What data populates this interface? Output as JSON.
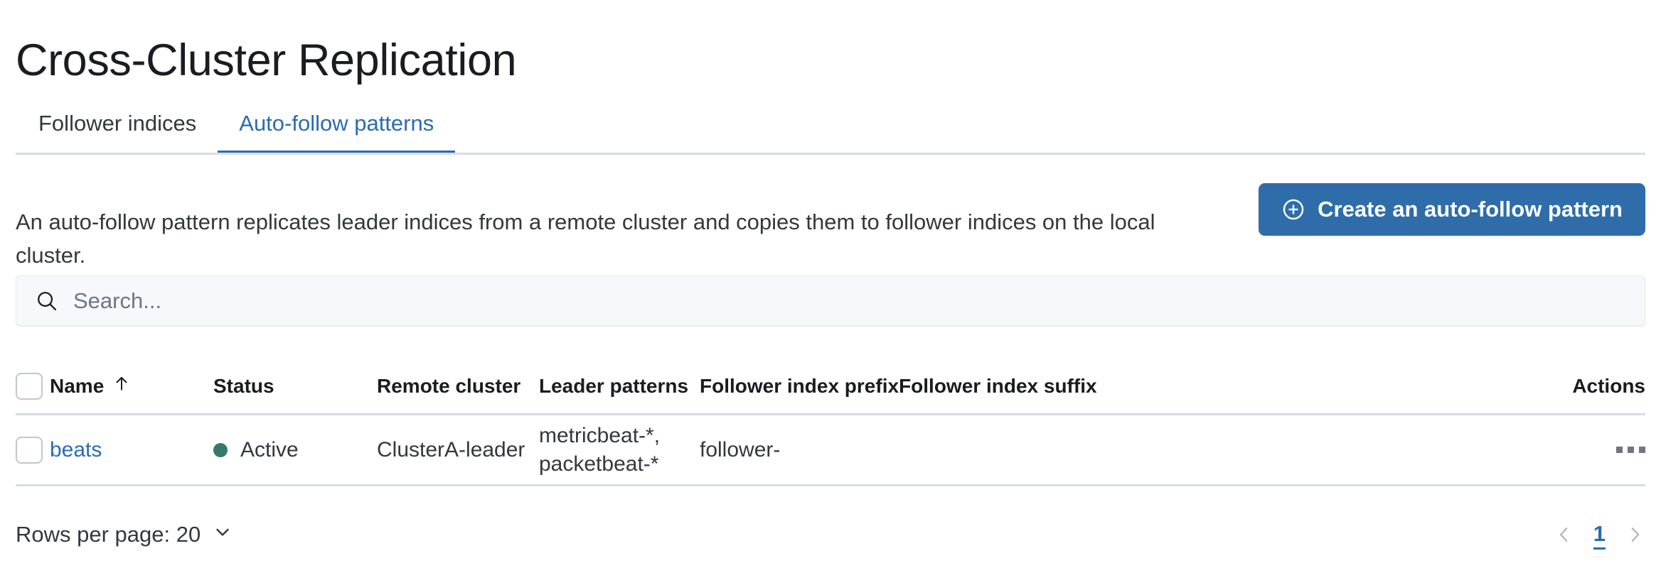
{
  "header": {
    "title": "Cross-Cluster Replication"
  },
  "tabs": [
    {
      "label": "Follower indices",
      "active": false
    },
    {
      "label": "Auto-follow patterns",
      "active": true
    }
  ],
  "intro": {
    "description": "An auto-follow pattern replicates leader indices from a remote cluster and copies them to follower indices on the local cluster.",
    "create_button_label": "Create an auto-follow pattern",
    "create_button_icon": "plus-in-circle-icon",
    "create_button_color": "#2e6daa"
  },
  "search": {
    "placeholder": "Search...",
    "value": "",
    "icon": "search-icon"
  },
  "table": {
    "columns": [
      "Name",
      "Status",
      "Remote cluster",
      "Leader patterns",
      "Follower index prefix",
      "Follower index suffix",
      "Actions"
    ],
    "sorted_column": "Name",
    "sort_direction": "ascending",
    "sort_icon": "arrow-up-icon",
    "rows": [
      {
        "name": "beats",
        "status": "Active",
        "status_color": "#357a6e",
        "remote_cluster": "ClusterA-leader",
        "leader_patterns": "metricbeat-*,\npacketbeat-*",
        "follower_index_prefix": "follower-",
        "follower_index_suffix": "",
        "actions_icon": "kebab-menu-icon"
      }
    ]
  },
  "footer": {
    "rows_per_page_label": "Rows per page: 20",
    "rows_per_page_icon": "chevron-down-icon",
    "prev_icon": "chevron-left-icon",
    "next_icon": "chevron-right-icon",
    "current_page": "1",
    "accent_color": "#2a6cb0"
  }
}
